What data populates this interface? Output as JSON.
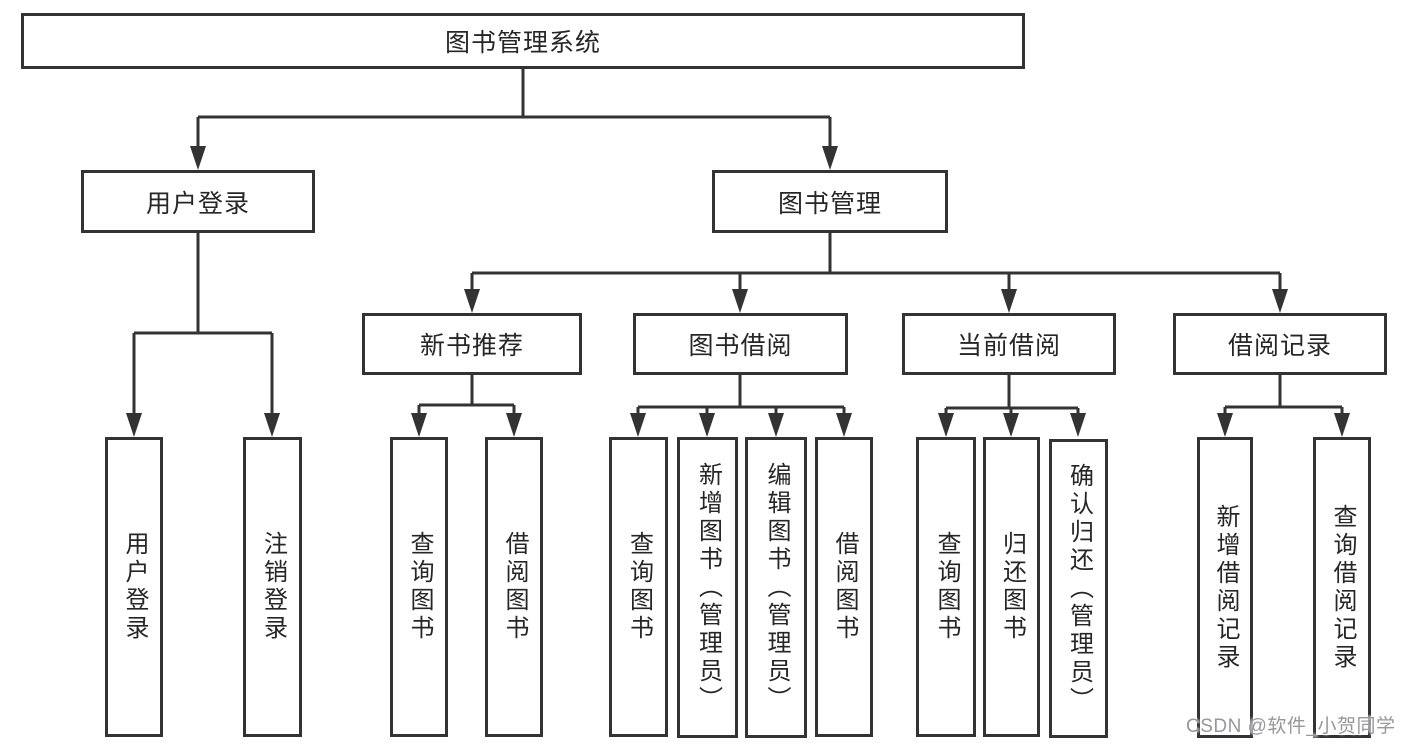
{
  "title": "图书管理系统",
  "branches": {
    "login": {
      "label": "用户登录",
      "children": [
        "用户登录",
        "注销登录"
      ]
    },
    "management": {
      "label": "图书管理",
      "sections": {
        "newbook": {
          "label": "新书推荐",
          "children": [
            "查询图书",
            "借阅图书"
          ]
        },
        "borrow": {
          "label": "图书借阅",
          "children": [
            "查询图书",
            "新增图书（管理员）",
            "编辑图书（管理员）",
            "借阅图书"
          ]
        },
        "current": {
          "label": "当前借阅",
          "children": [
            "查询图书",
            "归还图书",
            "确认归还（管理员）"
          ]
        },
        "records": {
          "label": "借阅记录",
          "children": [
            "新增借阅记录",
            "查询借阅记录"
          ]
        }
      }
    }
  },
  "watermark": "CSDN @软件_小贺同学",
  "colors": {
    "line": "#333333",
    "box_background": "#ffffff",
    "canvas_background": "#ffffff",
    "text": "#262626",
    "watermark": "#97979d"
  }
}
